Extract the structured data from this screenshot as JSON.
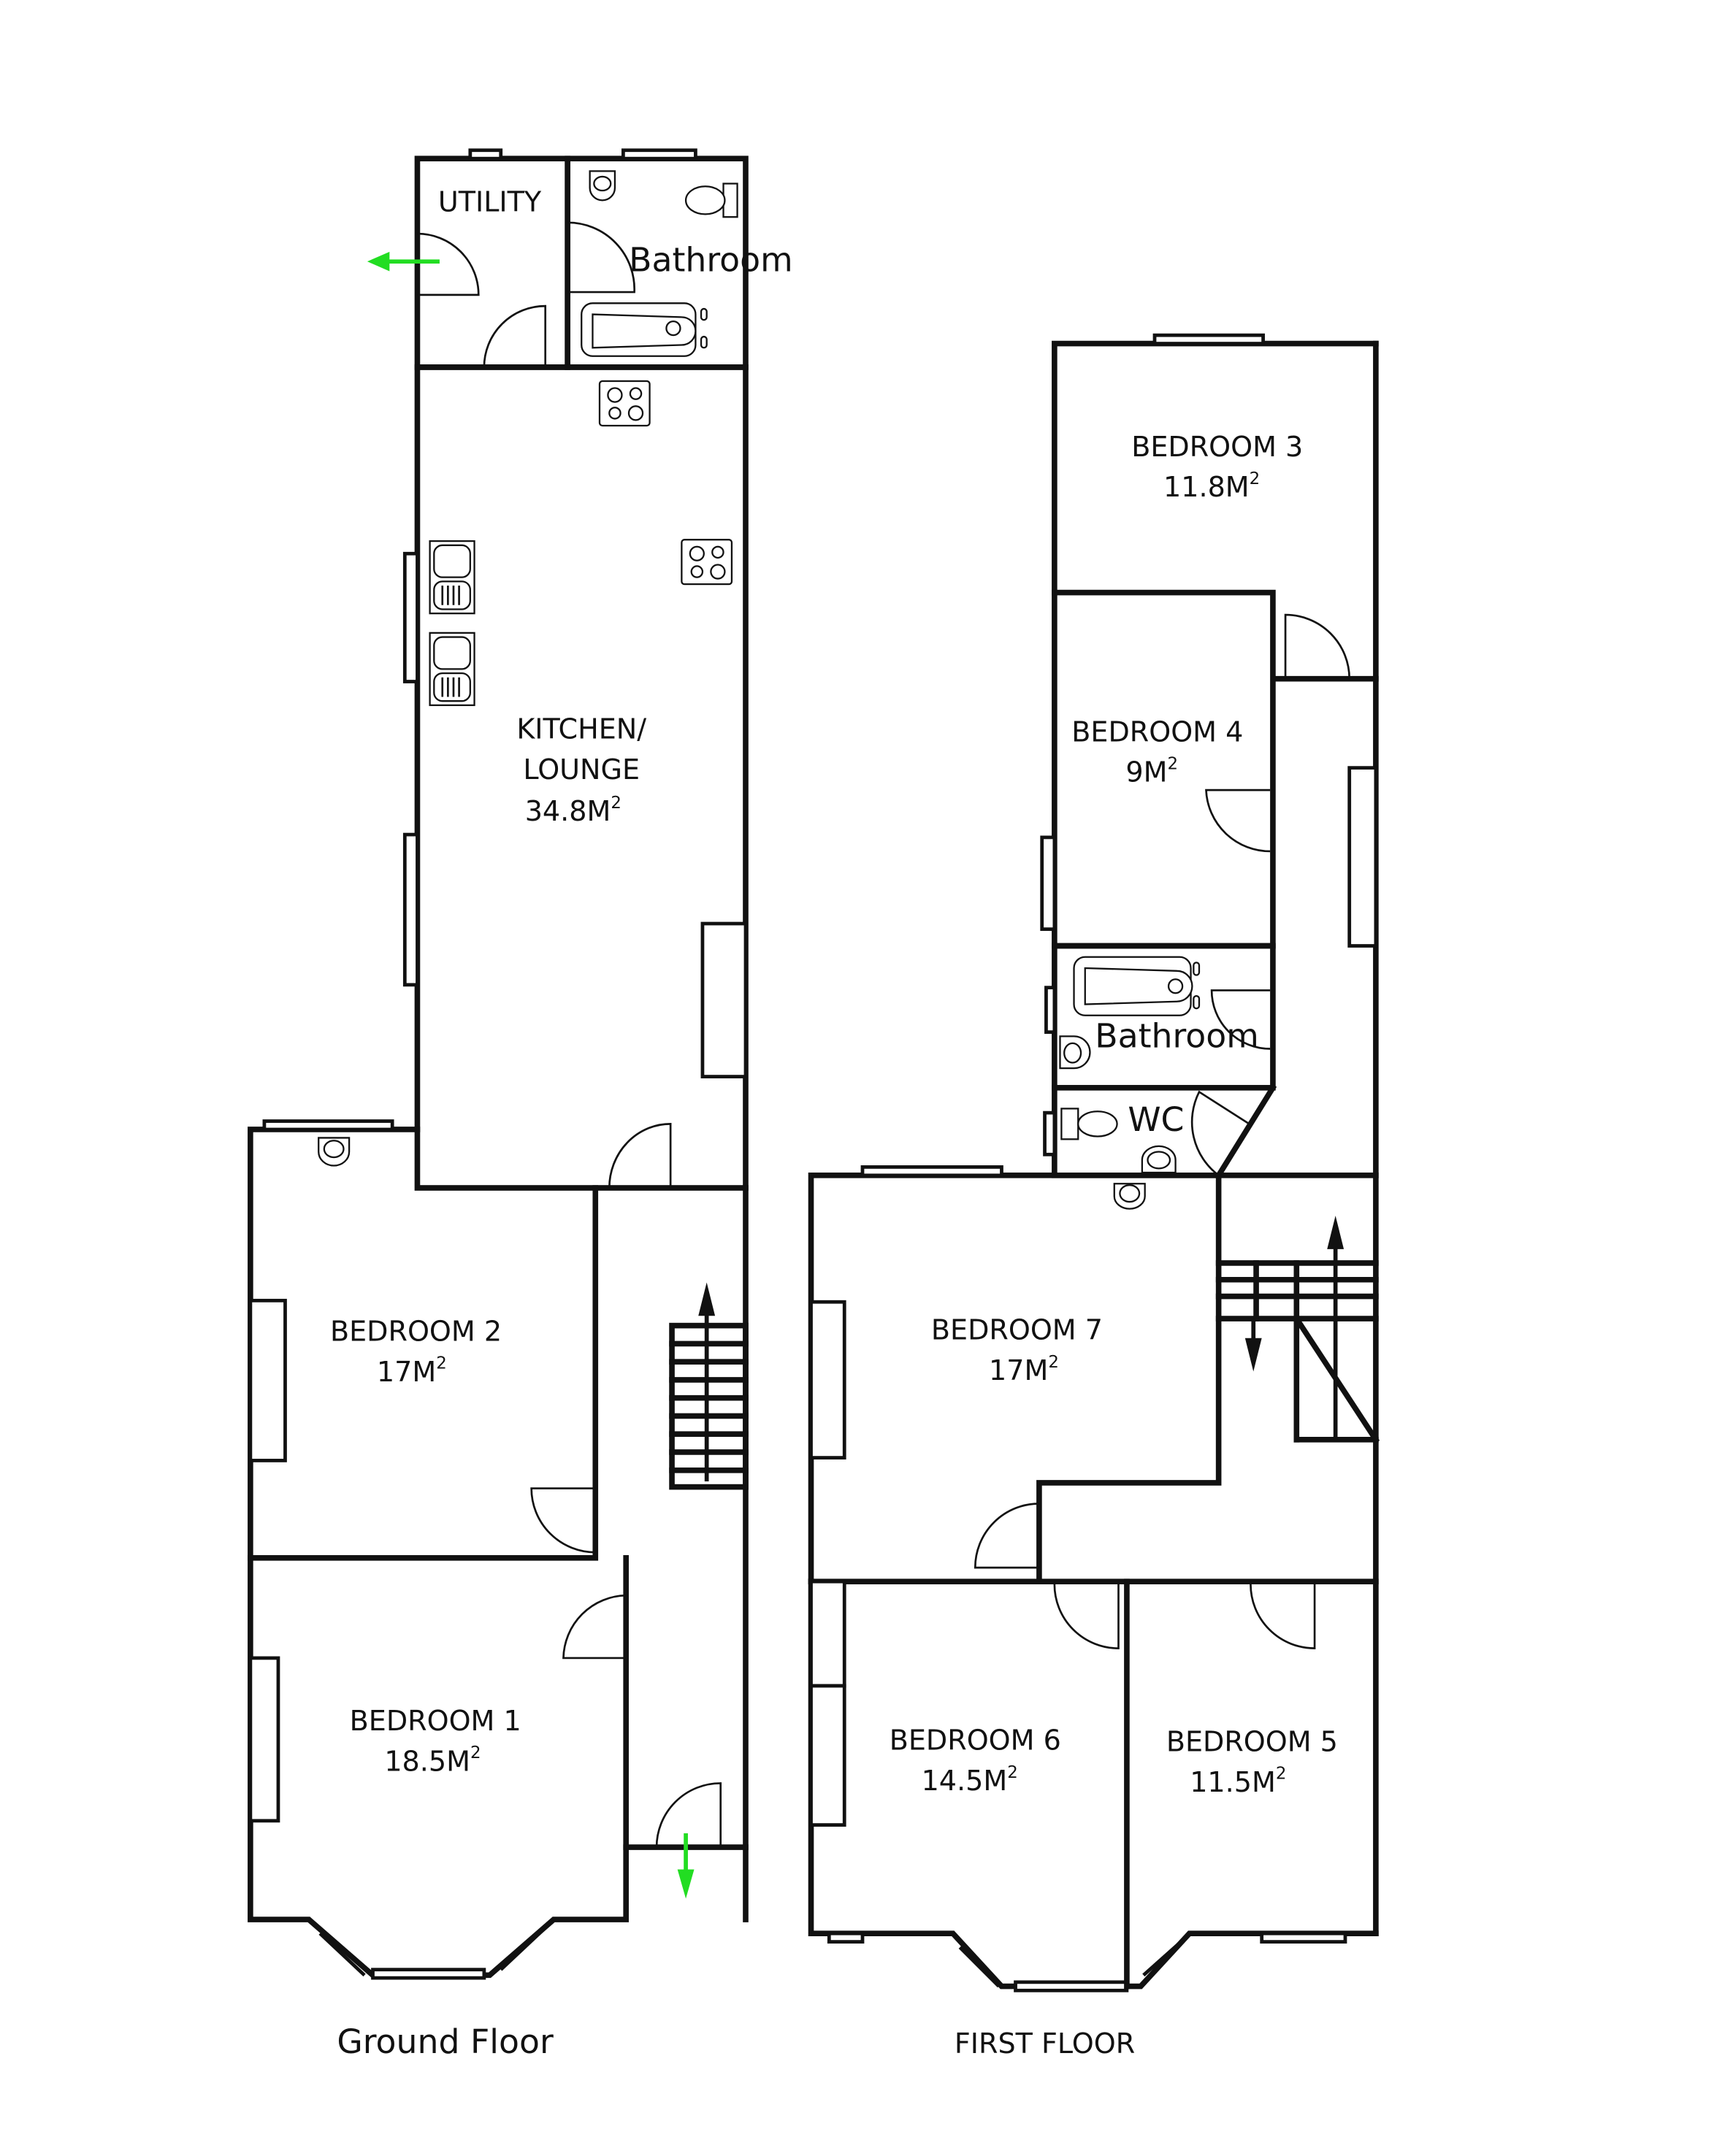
{
  "colors": {
    "wall": "#111111",
    "background": "#ffffff",
    "exit_arrow": "#22dd22"
  },
  "ground_floor": {
    "caption": "Ground Floor",
    "rooms": {
      "utility": {
        "name": "UTILITY"
      },
      "bathroom": {
        "name": "Bathroom"
      },
      "kitchen": {
        "name_line1": "KITCHEN/",
        "name_line2": "LOUNGE",
        "area": "34.8M",
        "unit_sup": "2"
      },
      "bedroom2": {
        "name": "BEDROOM 2",
        "area": "17M",
        "unit_sup": "2"
      },
      "bedroom1": {
        "name": "BEDROOM 1",
        "area": "18.5M",
        "unit_sup": "2"
      }
    },
    "icons": [
      "exit-arrow-left",
      "exit-arrow-down",
      "stairs-up-arrow",
      "hob-icon",
      "sink-icon",
      "bath-icon",
      "toilet-icon",
      "basin-icon"
    ]
  },
  "first_floor": {
    "caption": "FIRST FLOOR",
    "rooms": {
      "bedroom3": {
        "name": "BEDROOM 3",
        "area": "11.8M",
        "unit_sup": "2"
      },
      "bedroom4": {
        "name": "BEDROOM 4",
        "area": "9M",
        "unit_sup": "2"
      },
      "bathroom": {
        "name": "Bathroom"
      },
      "wc": {
        "name": "WC"
      },
      "bedroom7": {
        "name": "BEDROOM 7",
        "area": "17M",
        "unit_sup": "2"
      },
      "bedroom6": {
        "name": "BEDROOM 6",
        "area": "14.5M",
        "unit_sup": "2"
      },
      "bedroom5": {
        "name": "BEDROOM 5",
        "area": "11.5M",
        "unit_sup": "2"
      }
    },
    "icons": [
      "stairs-up-arrow",
      "stairs-down-arrow",
      "bath-icon",
      "toilet-icon",
      "basin-icon"
    ]
  }
}
